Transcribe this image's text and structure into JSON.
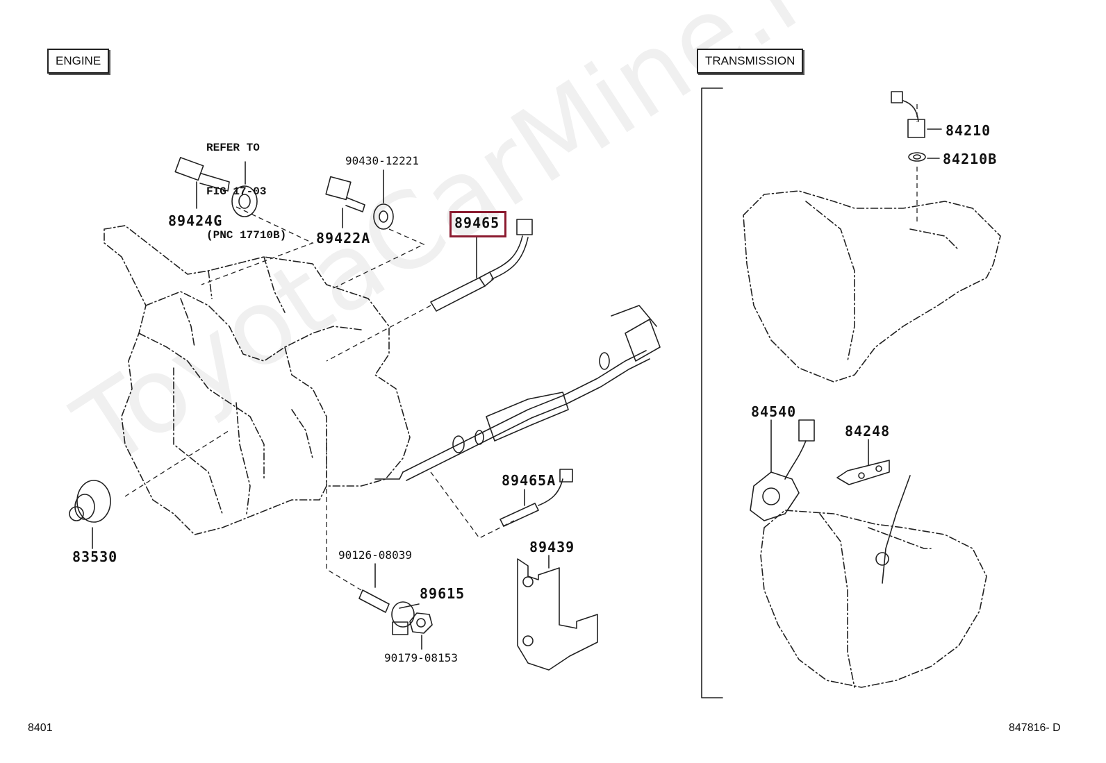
{
  "section_labels": {
    "engine": "ENGINE",
    "transmission": "TRANSMISSION"
  },
  "reference_note": [
    "REFER TO",
    "FIG 17-03",
    "(PNC 17710B)"
  ],
  "parts": {
    "p89424G": "89424G",
    "p89422A": "89422A",
    "p90430": "90430-12221",
    "p89465": "89465",
    "p89465A": "89465A",
    "p83530": "83530",
    "p90126": "90126-08039",
    "p89615": "89615",
    "p90179": "90179-08153",
    "p89439": "89439",
    "p84210": "84210",
    "p84210B": "84210B",
    "p84540": "84540",
    "p84248": "84248"
  },
  "highlighted_part": "89465",
  "footer": {
    "left": "8401",
    "right": "847816- D"
  },
  "watermark": "ToyotaCarMine.ru"
}
